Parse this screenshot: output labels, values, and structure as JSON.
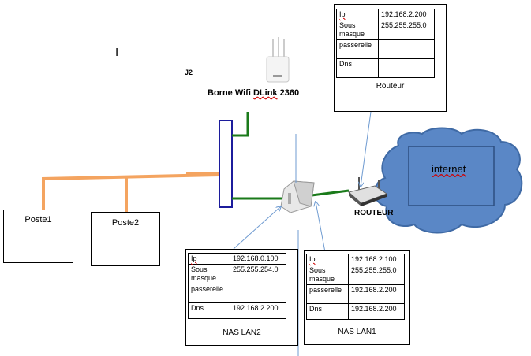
{
  "tables": {
    "routeur": {
      "caption": "Routeur",
      "rows": [
        {
          "label": "Ip",
          "value": "192.168.2.200"
        },
        {
          "label": "Sous masque",
          "value": "255.255.255.0"
        },
        {
          "label": "passerelle",
          "value": ""
        },
        {
          "label": "Dns",
          "value": ""
        }
      ]
    },
    "nas_lan2": {
      "caption": "NAS LAN2",
      "rows": [
        {
          "label": "Ip",
          "value": "192.168.0.100"
        },
        {
          "label": "Sous masque",
          "value": "255.255.254.0"
        },
        {
          "label": "passerelle",
          "value": ""
        },
        {
          "label": "Dns",
          "value": "192.168.2.200"
        }
      ]
    },
    "nas_lan1": {
      "caption": "NAS LAN1",
      "rows": [
        {
          "label": "Ip",
          "value": "192.168.2.100"
        },
        {
          "label": "Sous masque",
          "value": "255.255.255.0"
        },
        {
          "label": "passerelle",
          "value": "192.168.2.200"
        },
        {
          "label": "Dns",
          "value": "192.168.2.200"
        }
      ]
    }
  },
  "labels": {
    "wifi": "Borne Wifi DLink 2360",
    "routeur": "ROUTEUR",
    "internet": "internet",
    "j2": "J2",
    "poste1": "Poste1",
    "poste2": "Poste2",
    "cursor": "I"
  },
  "colors": {
    "orange_cable": "#f4a460",
    "green_cable": "#1a7a1a",
    "switch_border": "#1c1c9c",
    "cloud_fill": "#5a87c6",
    "cloud_stroke": "#3f6aa5",
    "arrow": "#6f9bd1"
  }
}
